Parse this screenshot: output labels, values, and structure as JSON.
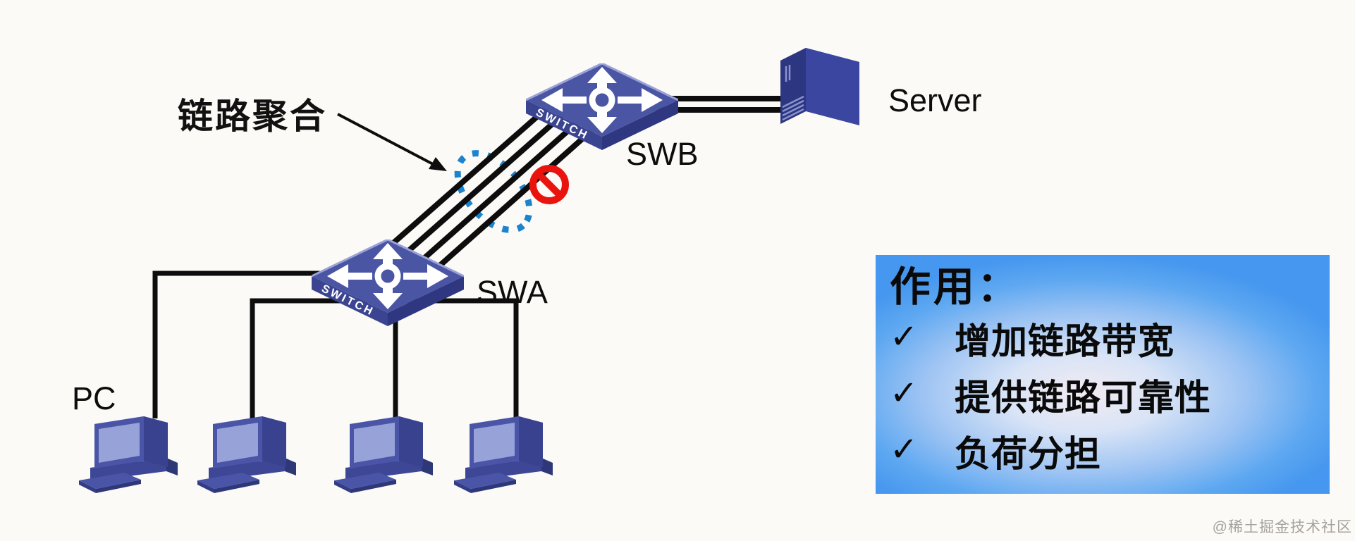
{
  "diagram": {
    "aggregation_label": "链路聚合",
    "switch_text": "SWITCH",
    "swa_label": "SWA",
    "swb_label": "SWB",
    "server_label": "Server",
    "pc_label": "PC",
    "pc_count": 4,
    "aggregated_link_count": 4,
    "topology": "4 PCs — SWA —(4 aggregated links)— SWB — Server"
  },
  "info_box": {
    "title": "作用：",
    "check": "✓",
    "items": [
      "增加链路带宽",
      "提供链路可靠性",
      "负荷分担"
    ]
  },
  "watermark": "@稀土掘金技术社区",
  "colors": {
    "background": "#fbfaf6",
    "link_line": "#0d0d0d",
    "aggregation_ellipse_dots": "#1c83cf",
    "blocked_sign_red": "#ea140e",
    "device_top_blue": "#4a55a4",
    "device_front_blue": "#3a4490",
    "device_side_blue": "#2e3780",
    "screen_blue": "#97a2d8",
    "infobox_edge_blue": "#4697ef",
    "infobox_center_glow": "#f2ebf2",
    "watermark_gray": "#a6a29e"
  }
}
